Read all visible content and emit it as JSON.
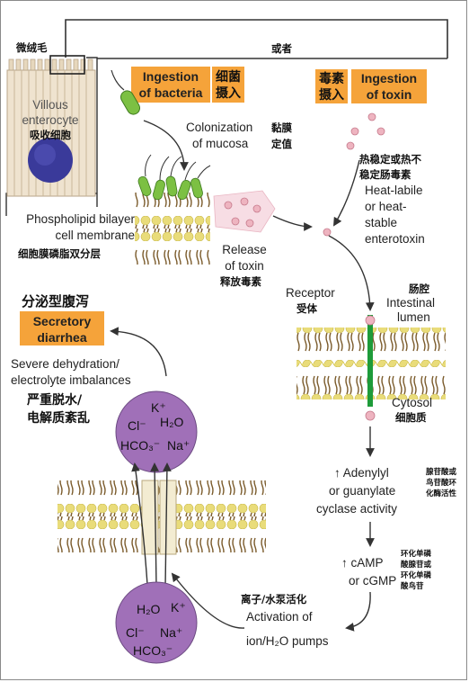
{
  "labels": {
    "microvilli_zh": "微绒毛",
    "or_zh": "或者",
    "villous_en_1": "Villous",
    "villous_en_2": "enterocyte",
    "villous_zh": "吸收细胞",
    "ing_bact_en_1": "Ingestion",
    "ing_bact_en_2": "of bacteria",
    "ing_bact_zh_1": "细菌",
    "ing_bact_zh_2": "摄入",
    "ing_toxin_zh_1": "毒素",
    "ing_toxin_zh_2": "摄入",
    "ing_toxin_en_1": "Ingestion",
    "ing_toxin_en_2": "of toxin",
    "colonization_en_1": "Colonization",
    "colonization_en_2": "of mucosa",
    "colonization_zh_1": "黏膜",
    "colonization_zh_2": "定值",
    "heat_zh_1": "热稳定或热不",
    "heat_zh_2": "稳定肠毒素",
    "heat_en_1": "Heat-labile",
    "heat_en_2": "or heat-",
    "heat_en_3": "stable",
    "heat_en_4": "enterotoxin",
    "phospho_en_1": "Phospholipid bilayer",
    "phospho_en_2": "cell membrane",
    "phospho_zh": "细胞膜磷脂双分层",
    "release_en_1": "Release",
    "release_en_2": "of toxin",
    "release_zh": "释放毒素",
    "receptor_en": "Receptor",
    "receptor_zh": "受体",
    "lumen_zh": "肠腔",
    "lumen_en_1": "Intestinal",
    "lumen_en_2": "lumen",
    "secretory_zh": "分泌型腹泻",
    "secretory_en_1": "Secretory",
    "secretory_en_2": "diarrhea",
    "dehyd_en_1": "Severe dehydration/",
    "dehyd_en_2": "electrolyte imbalances",
    "dehyd_zh_1": "严重脱水/",
    "dehyd_zh_2": "电解质紊乱",
    "cytosol_en": "Cytosol",
    "cytosol_zh": "细胞质",
    "adenylyl_en_1": "↑ Adenylyl",
    "adenylyl_en_2": "or guanylate",
    "adenylyl_en_3": "cyclase activity",
    "adenylyl_zh_1": "腺苷酸或",
    "adenylyl_zh_2": "鸟苷酸环",
    "adenylyl_zh_3": "化酶活性",
    "camp_en_1": "↑ cAMP",
    "camp_en_2": "or cGMP",
    "camp_zh_1": "环化单磷",
    "camp_zh_2": "酸腺苷或",
    "camp_zh_3": "环化单磷",
    "camp_zh_4": "酸鸟苷",
    "pump_zh": "离子/水泵活化",
    "pump_en_1": "Activation of",
    "pump_en_2": "ion/H₂O pumps"
  },
  "ions_top": {
    "k": "K⁺",
    "cl": "Cl⁻",
    "h2o": "H₂O",
    "hco3": "HCO₃⁻",
    "na": "Na⁺"
  },
  "ions_bottom": {
    "h2o": "H₂O",
    "k": "K⁺",
    "cl": "Cl⁻",
    "na": "Na⁺",
    "hco3": "HCO₃⁻"
  },
  "colors": {
    "highlight": "#f5a33a",
    "ion_circle": "#a070b8",
    "lipid_head": "#e9dc7a",
    "lipid_tail": "#7a5a2a",
    "bacteria": "#7cc043",
    "toxin": "#eeb4c0",
    "receptor": "#1e9b3a"
  }
}
